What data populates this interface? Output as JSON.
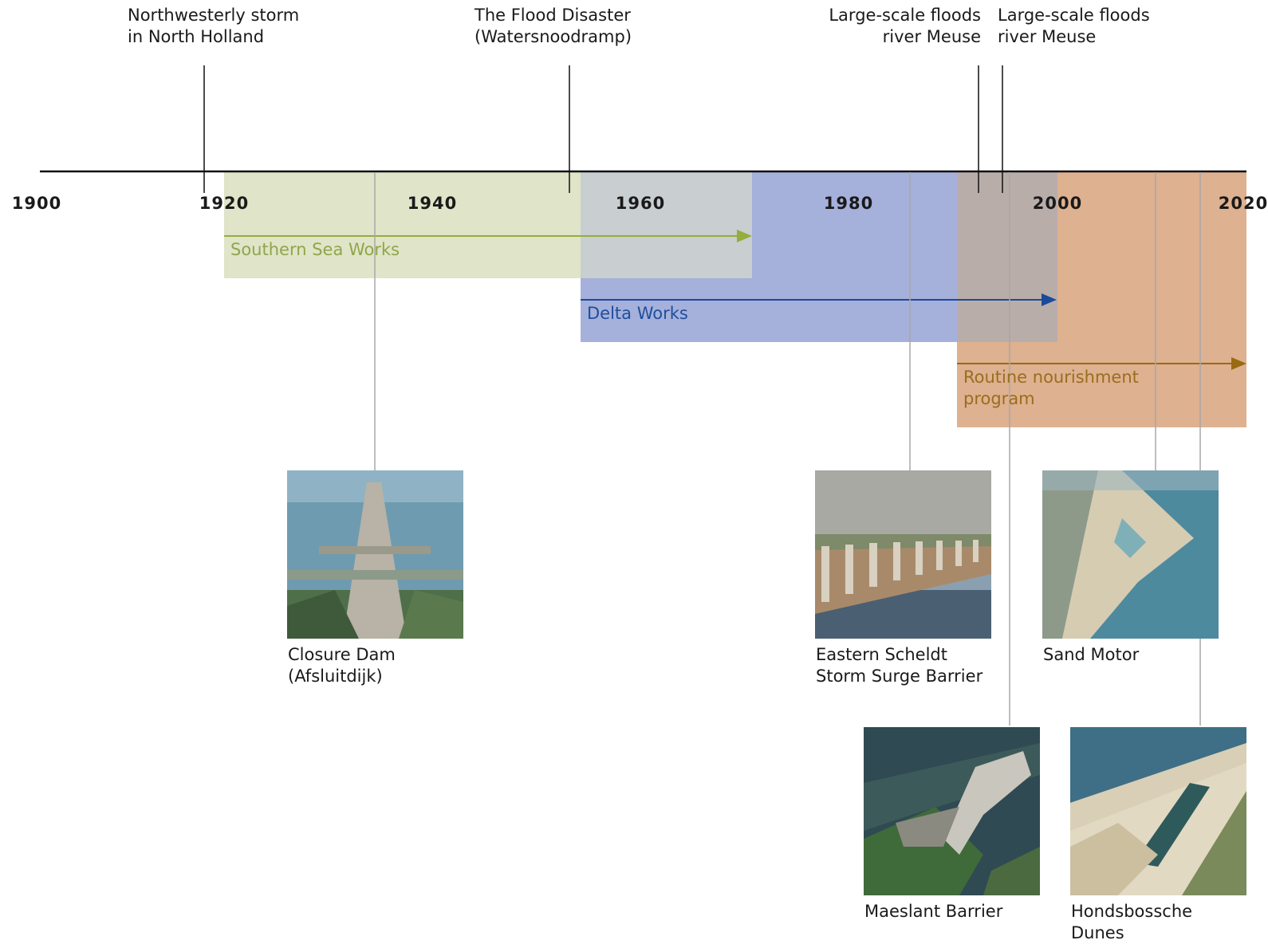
{
  "timeline": {
    "axis": {
      "start_year": 1900,
      "end_year": 2020,
      "ticks": [
        1900,
        1920,
        1940,
        1960,
        1980,
        2000,
        2020
      ]
    },
    "events": [
      {
        "year": 1916,
        "label_lines": [
          "Northwesterly storm",
          "in North Holland"
        ]
      },
      {
        "year": 1953,
        "label_lines": [
          "The Flood Disaster",
          "(Watersnoodramp)"
        ]
      },
      {
        "year": 1993,
        "label_lines": [
          "Large-scale floods",
          "river Meuse"
        ]
      },
      {
        "year": 1995,
        "label_lines": [
          "Large-scale floods",
          "river Meuse"
        ]
      }
    ],
    "periods": [
      {
        "name": "Southern Sea Works",
        "start": 1920,
        "end": 1970,
        "fill": "#e0e4c8",
        "arrow_color": "#94ad3c",
        "text_color": "#8fa64a"
      },
      {
        "name": "Delta Works",
        "start": 1954,
        "end": 2000,
        "fill": "#a5b0db",
        "overlap_fill": "#c9ced0",
        "arrow_color": "#1a4a9a",
        "text_color": "#1f4f9c"
      },
      {
        "name": "Routine nourishment program",
        "label_lines": [
          "Routine nourishment",
          "program"
        ],
        "start": 1990,
        "end": 2020,
        "fill": "#deb190",
        "overlap_fill": "#b9adaa",
        "arrow_color": "#9a6a10",
        "text_color": "#9a6d1e"
      }
    ],
    "structures": [
      {
        "name": "Closure Dam (Afsluitdijk)",
        "label_lines": [
          "Closure Dam",
          "(Afsluitdijk)"
        ],
        "year": 1932,
        "icon": "aerial-dam-photo"
      },
      {
        "name": "Eastern Scheldt Storm Surge Barrier",
        "label_lines": [
          "Eastern Scheldt",
          "Storm Surge Barrier"
        ],
        "year": 1986,
        "icon": "barrier-photo"
      },
      {
        "name": "Sand Motor",
        "label_lines": [
          "Sand Motor"
        ],
        "year": 2011,
        "icon": "sand-motor-photo"
      },
      {
        "name": "Maeslant Barrier",
        "label_lines": [
          "Maeslant Barrier"
        ],
        "year": 1997,
        "icon": "maeslant-photo"
      },
      {
        "name": "Hondsbossche Dunes",
        "label_lines": [
          "Hondsbossche",
          "Dunes"
        ],
        "year": 2015,
        "icon": "dunes-photo"
      }
    ]
  }
}
